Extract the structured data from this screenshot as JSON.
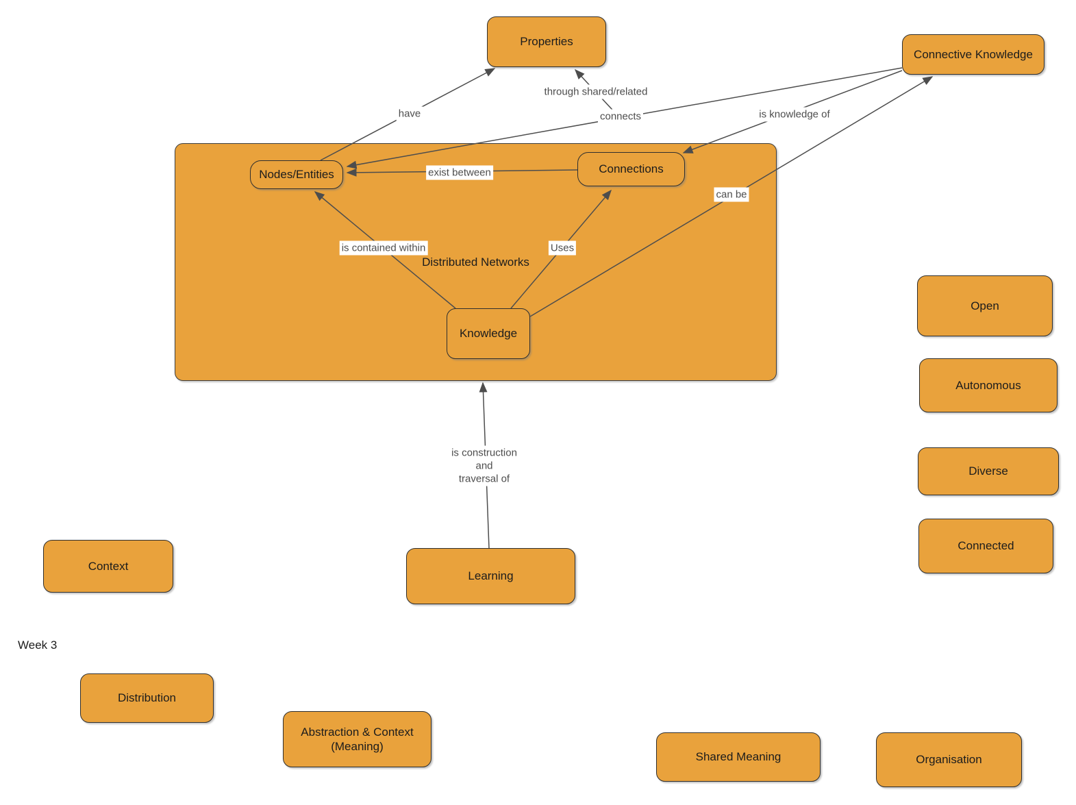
{
  "diagram": {
    "container": {
      "label": "Distributed Networks"
    },
    "nodes": {
      "properties": {
        "label": "Properties"
      },
      "connective_knowledge": {
        "label": "Connective Knowledge"
      },
      "nodes_entities": {
        "label": "Nodes/Entities"
      },
      "connections": {
        "label": "Connections"
      },
      "knowledge": {
        "label": "Knowledge"
      },
      "open": {
        "label": "Open"
      },
      "autonomous": {
        "label": "Autonomous"
      },
      "diverse": {
        "label": "Diverse"
      },
      "connected": {
        "label": "Connected"
      },
      "context": {
        "label": "Context"
      },
      "learning": {
        "label": "Learning"
      },
      "distribution": {
        "label": "Distribution"
      },
      "abstraction_context": {
        "label_line1": "Abstraction & Context",
        "label_line2": "(Meaning)"
      },
      "shared_meaning": {
        "label": "Shared Meaning"
      },
      "organisation": {
        "label": "Organisation"
      }
    },
    "edges": {
      "have": {
        "label": "have"
      },
      "connects": {
        "label_line1": "through shared/related",
        "label_line2": "connects"
      },
      "is_knowledge_of": {
        "label": "is knowledge of"
      },
      "exist_between": {
        "label": "exist between"
      },
      "can_be": {
        "label": "can be"
      },
      "is_contained_within": {
        "label": "is contained within"
      },
      "uses": {
        "label": "Uses"
      },
      "is_construction": {
        "label_line1": "is construction",
        "label_line2": "and",
        "label_line3": "traversal of"
      }
    },
    "annotations": {
      "week": "Week 3"
    },
    "colors": {
      "node_fill": "#E9A23C",
      "node_border": "#2E2E2E",
      "connector": "#4D4D4D",
      "canvas": "#FFFFFF"
    }
  }
}
